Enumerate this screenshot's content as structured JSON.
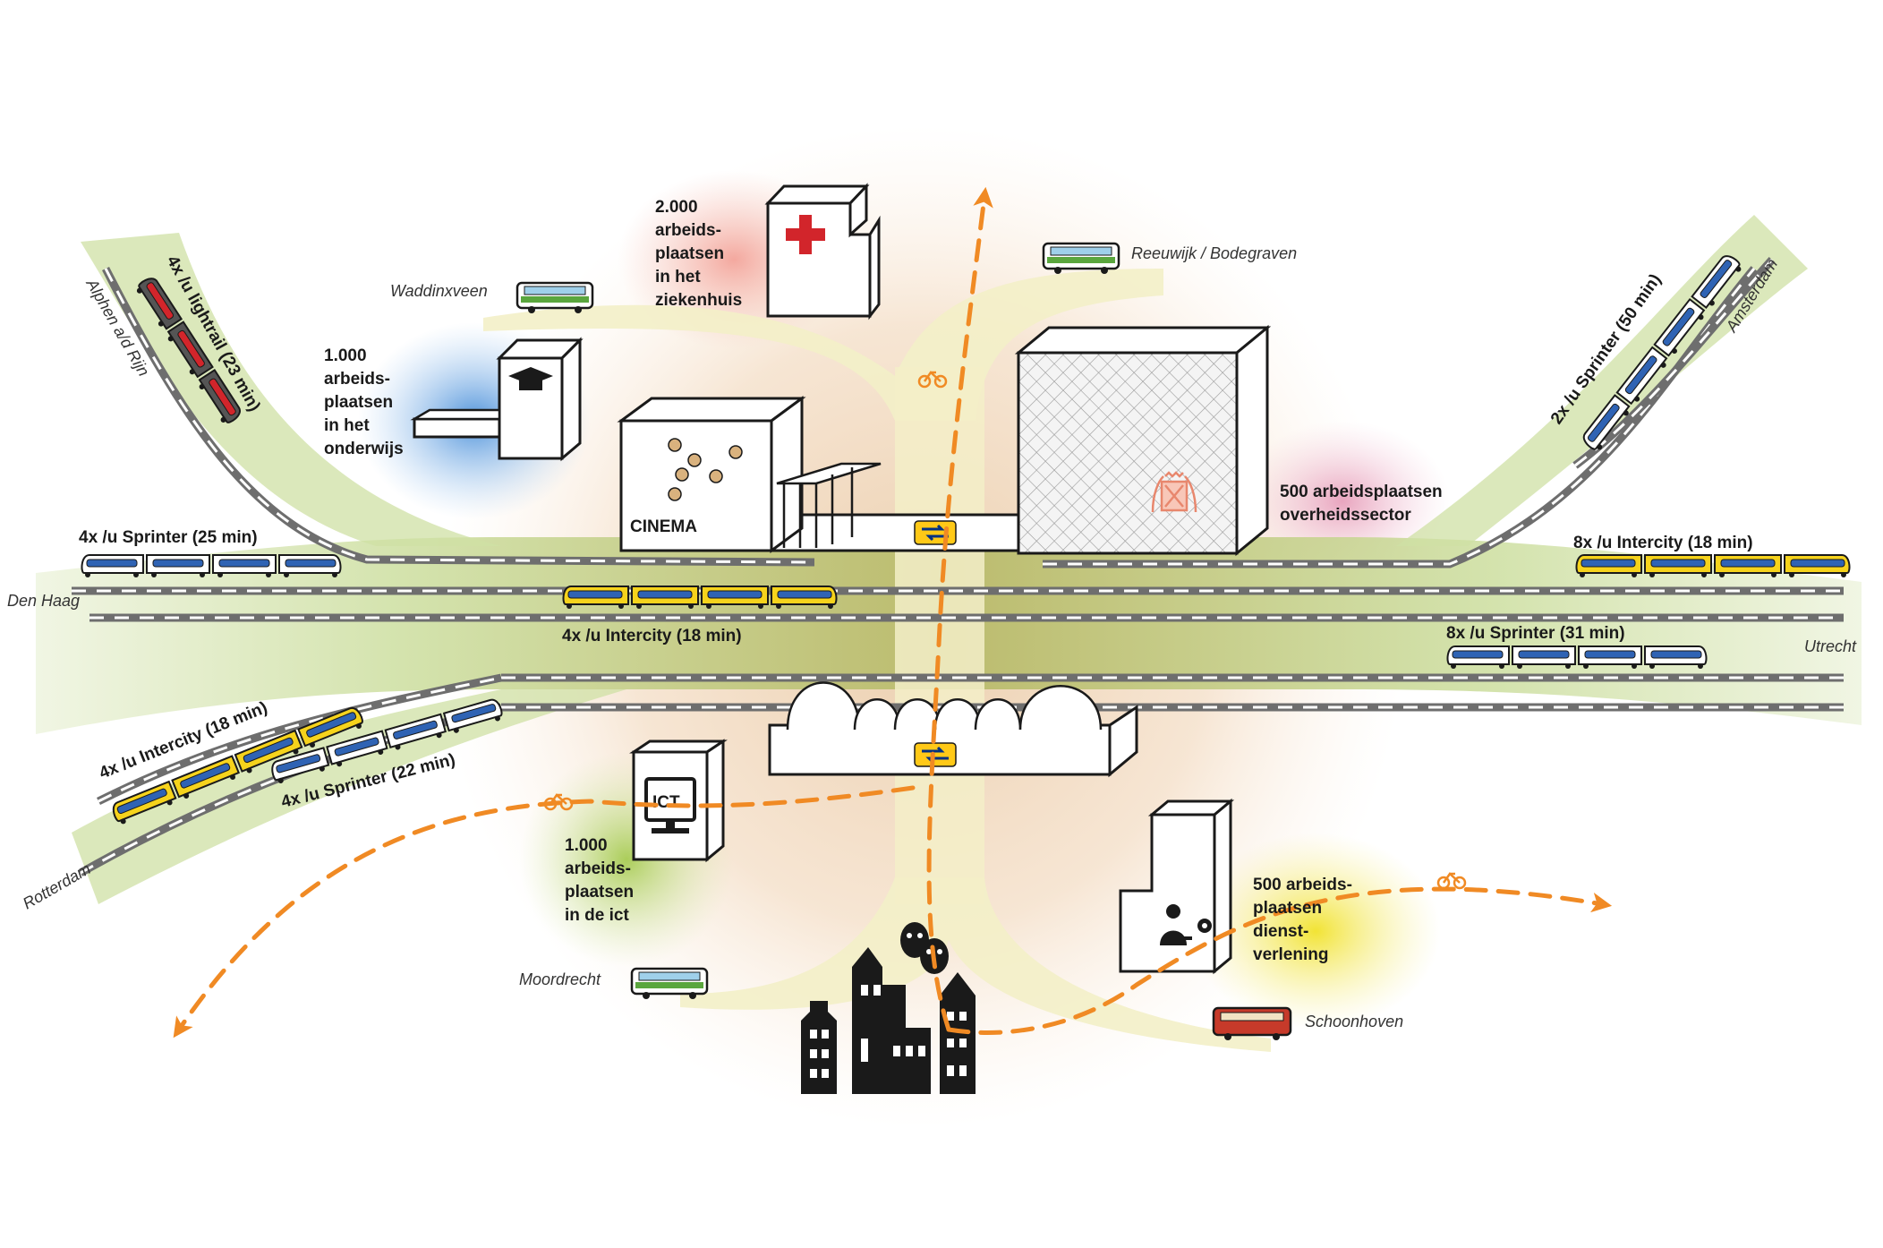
{
  "colors": {
    "route_green": "#cfe0a4",
    "route_pale": "#f3efc8",
    "center_glow": "#f1d2b0",
    "rail": "#6e6e6e",
    "train_yellow": "#f6d31c",
    "train_blue": "#2f63b4",
    "lightrail_red": "#d2252b",
    "bike_orange": "#f08a24",
    "bus_green": "#5aa63e",
    "bus_red": "#c73a2a",
    "hospital_glow": "#f4a6a0",
    "education_glow": "#4a8fd8",
    "government_glow": "#e59bb8",
    "ict_glow": "#a9cd56",
    "services_glow": "#f1e53a",
    "ns_yellow": "#ffc917",
    "ns_blue": "#003082"
  },
  "places": {
    "den_haag": "Den Haag",
    "utrecht": "Utrecht",
    "alphen": "Alphen a/d Rijn",
    "amsterdam": "Amsterdam",
    "rotterdam": "Rotterdam",
    "waddinxveen": "Waddinxveen",
    "reeuwijk": "Reeuwijk / Bodegraven",
    "moordrecht": "Moordrecht",
    "schoonhoven": "Schoonhoven"
  },
  "services": {
    "lightrail": "4x /u lightrail (23 min)",
    "sprinter_west": "4x /u Sprinter (25 min)",
    "intercity_center": "4x /u Intercity (18 min)",
    "sprinter_amsterdam": "2x /u Sprinter (50 min)",
    "intercity_utrecht": "8x /u Intercity (18 min)",
    "sprinter_utrecht": "8x /u Sprinter (31 min)",
    "intercity_rotterdam": "4x /u Intercity (18 min)",
    "sprinter_rotterdam": "4x /u Sprinter (22 min)"
  },
  "employment": {
    "hospital": [
      "2.000",
      "arbeids-",
      "plaatsen",
      "in het",
      "ziekenhuis"
    ],
    "education": [
      "1.000",
      "arbeids-",
      "plaatsen",
      "in het",
      "onderwijs"
    ],
    "government": [
      "500 arbeidsplaatsen",
      "overheidssector"
    ],
    "ict": [
      "1.000",
      "arbeids-",
      "plaatsen",
      "in de ict"
    ],
    "services": [
      "500 arbeids-",
      "plaatsen",
      "dienst-",
      "verlening"
    ]
  },
  "buildings": {
    "cinema": "CINEMA",
    "ict": "ICT"
  },
  "icons": {
    "hospital": "red-cross-icon",
    "education": "graduation-cap-icon",
    "government": "coat-of-arms-icon",
    "ict": "computer-monitor-icon",
    "services": "businessman-gear-icon",
    "culture": "theater-masks-icon",
    "station": "ns-logo-icon",
    "bike": "bicycle-icon",
    "bus": "bus-icon",
    "train": "train-icon"
  }
}
